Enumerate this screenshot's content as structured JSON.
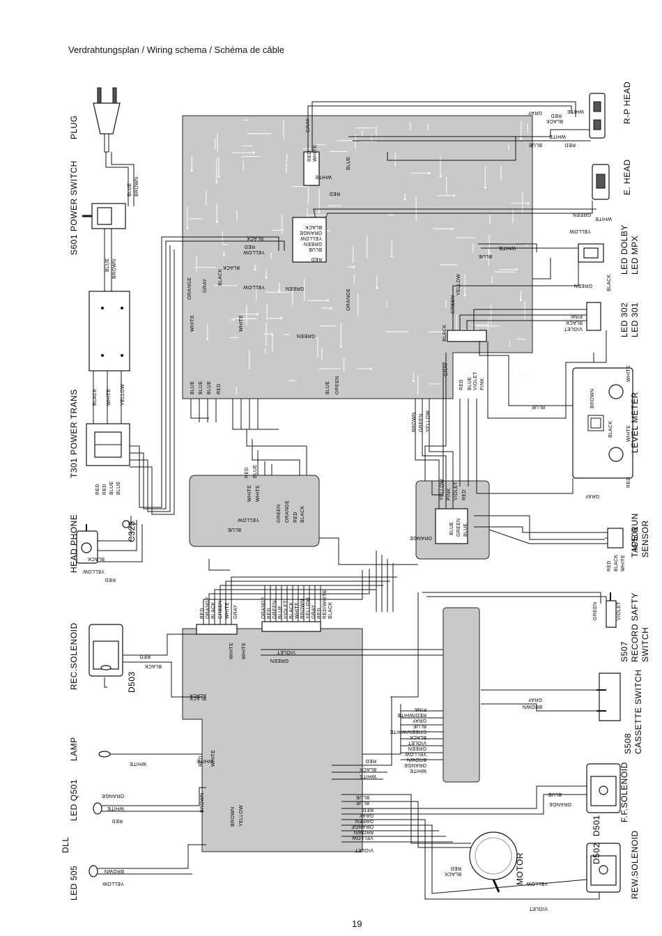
{
  "header": {
    "title": "Verdrahtungsplan / Wiring schema / Schéma de câble"
  },
  "footer": {
    "page_number": "19"
  },
  "components_left": [
    {
      "id": "plug",
      "label": "PLUG"
    },
    {
      "id": "s601",
      "label": "S601 POWER SWITCH"
    },
    {
      "id": "t301",
      "label": "T301 POWER TRANS"
    },
    {
      "id": "headphone",
      "label": "HEAD PHONE"
    },
    {
      "id": "c323",
      "label": "C323"
    },
    {
      "id": "recsol",
      "label": "REC.SOLENOID"
    },
    {
      "id": "d503",
      "label": "D503"
    },
    {
      "id": "lamp",
      "label": "LAMP"
    },
    {
      "id": "q501",
      "label": "LED Q501"
    },
    {
      "id": "dll",
      "label": "DLL"
    },
    {
      "id": "led505",
      "label": "LED 505"
    }
  ],
  "components_right": [
    {
      "id": "rphead",
      "label": "R-P HEAD"
    },
    {
      "id": "ehead",
      "label": "E. HEAD"
    },
    {
      "id": "leddolby",
      "label": "LED DOLBY"
    },
    {
      "id": "ledmpx",
      "label": "LED MPX"
    },
    {
      "id": "led302",
      "label": "LED 302"
    },
    {
      "id": "led301",
      "label": "LED 301"
    },
    {
      "id": "levelmeter",
      "label": "LEVEL METER"
    },
    {
      "id": "ic501",
      "label": "IC501"
    },
    {
      "id": "taperun",
      "label": "TAPE RUN"
    },
    {
      "id": "sensor",
      "label": "SENSOR"
    },
    {
      "id": "s507",
      "label": "S507"
    },
    {
      "id": "recsafety",
      "label": "RECORD SAFTY"
    },
    {
      "id": "s507sw",
      "label": "SWITCH"
    },
    {
      "id": "s508",
      "label": "S508"
    },
    {
      "id": "cassette",
      "label": "CASSETTE  SWITCH"
    },
    {
      "id": "ffsol",
      "label": "F.F.SOLENOID"
    },
    {
      "id": "d501",
      "label": "D501"
    },
    {
      "id": "d502",
      "label": "D502"
    },
    {
      "id": "rewsol",
      "label": "REW.SOLENOID"
    },
    {
      "id": "motor",
      "label": "MOTOR"
    }
  ],
  "wire_colors": {
    "plug": [
      "BLUE",
      "BROWN"
    ],
    "switch": [
      "BLUE",
      "BROWN"
    ],
    "trans_primary": [
      "BLACK",
      "WHITE",
      "YELLOW"
    ],
    "trans_secondary": [
      "RED",
      "RED",
      "BLUE",
      "BLUE"
    ],
    "headphone": [
      "BLACK",
      "YELLOW",
      "RED"
    ],
    "recsol": [
      "RED",
      "BLACK",
      "BLACK"
    ],
    "lamp": [
      "WHITE",
      "WHITE"
    ],
    "q501": [
      "ORANGE",
      "WHITE",
      "RED"
    ],
    "led505": [
      "BROWN",
      "YELLOW"
    ],
    "main_board_bottom": [
      "BLUE",
      "BLUE",
      "BLUE",
      "RED"
    ],
    "main_board_center": [
      "BLUE",
      "GREEN"
    ],
    "main_board_top": [
      "GRAY",
      "RED",
      "WHITE",
      "WHITE",
      "BLUE",
      "RED"
    ],
    "connector_a": [
      "BLACK",
      "ORANGE",
      "YELLOW",
      "GREEN",
      "BLUE",
      "RED"
    ],
    "connector_b": [
      "BLACK",
      "YELLOW",
      "RED"
    ],
    "connector_c": [
      "ORANGE",
      "GRAY",
      "BLACK",
      "WHITE",
      "WHITE",
      "GREEN",
      "ORANGE",
      "GREEN",
      "BLACK",
      "YELLOW"
    ],
    "connector_d": [
      "BLACK",
      "GREEN",
      "YELLOW",
      "GRAY",
      "RED",
      "BLUE",
      "VIOLET",
      "PINK"
    ],
    "rphead": [
      "GRAY",
      "RED",
      "WHITE",
      "BLACK",
      "WHITE",
      "BLUE",
      "RED"
    ],
    "ehead": [
      "GREEN",
      "WHITE"
    ],
    "dolby": [
      "YELLOW",
      "GREEN",
      "BLACK",
      "WHITE",
      "BLUE"
    ],
    "led302": [
      "PINK",
      "BLACK",
      "VIOLET"
    ],
    "levelmeter": [
      "BROWN",
      "WHITE",
      "BLUE",
      "BLACK",
      "WHITE",
      "GRAY",
      "RED"
    ],
    "middle_board": [
      "RED",
      "BLUE",
      "WHITE",
      "WHITE",
      "YELLOW",
      "GREEN",
      "ORANGE",
      "RED",
      "BLACK",
      "BLUE"
    ],
    "middle_vertical": [
      "BROWN",
      "GREEN",
      "YELLOW"
    ],
    "right_connector": [
      "YELLOW",
      "PINK",
      "VIOLET",
      "RED",
      "BLUE",
      "GREEN",
      "ORANGE",
      "BLUE"
    ],
    "taperun": [
      "RED",
      "BLACK",
      "WHITE"
    ],
    "record_safety": [
      "GREEN",
      "VIOLET"
    ],
    "bottom_board_top_a": [
      "RED",
      "ORANGE",
      "BLACK",
      "GREEN",
      "WHITE",
      "GRAY"
    ],
    "bottom_board_top_b": [
      "ORANGE",
      "RED",
      "GREEN",
      "BLUE",
      "VIOLET",
      "BLACK",
      "WHITE",
      "BROWN",
      "YELLOW",
      "GRAY",
      "RED",
      "RED/WHITE",
      "BLACK"
    ],
    "bottom_board_vertical": [
      "WHITE",
      "WHITE",
      "VIOLET",
      "GREEN",
      "BLACK"
    ],
    "bottom_board_lamp": [
      "RED",
      "BROWN",
      "WHITE",
      "BROWN",
      "YELLOW"
    ],
    "bottom_board_right": [
      "RED",
      "BLACK",
      "WHITE"
    ],
    "cassette": [
      "GRAY",
      "BROWN"
    ],
    "cassette_connector": [
      "PINK",
      "RED/WHITE",
      "GRAY",
      "BLUE",
      "GREEN/WHITE",
      "BLACK",
      "VIOLET",
      "GREEN",
      "YELLOW",
      "BROWN",
      "ORANGE",
      "WHITE"
    ],
    "bottom_board_bottom": [
      "BLUE",
      "BLUE",
      "RED",
      "GRAY",
      "GREEN",
      "ORANGE",
      "BROWN",
      "YELLOW",
      "VIOLET"
    ],
    "ffsol": [
      "BLUE",
      "ORANGE"
    ],
    "motor": [
      "RED",
      "BLACK"
    ],
    "rewsol": [
      "YELLOW",
      "VIOLET"
    ]
  }
}
